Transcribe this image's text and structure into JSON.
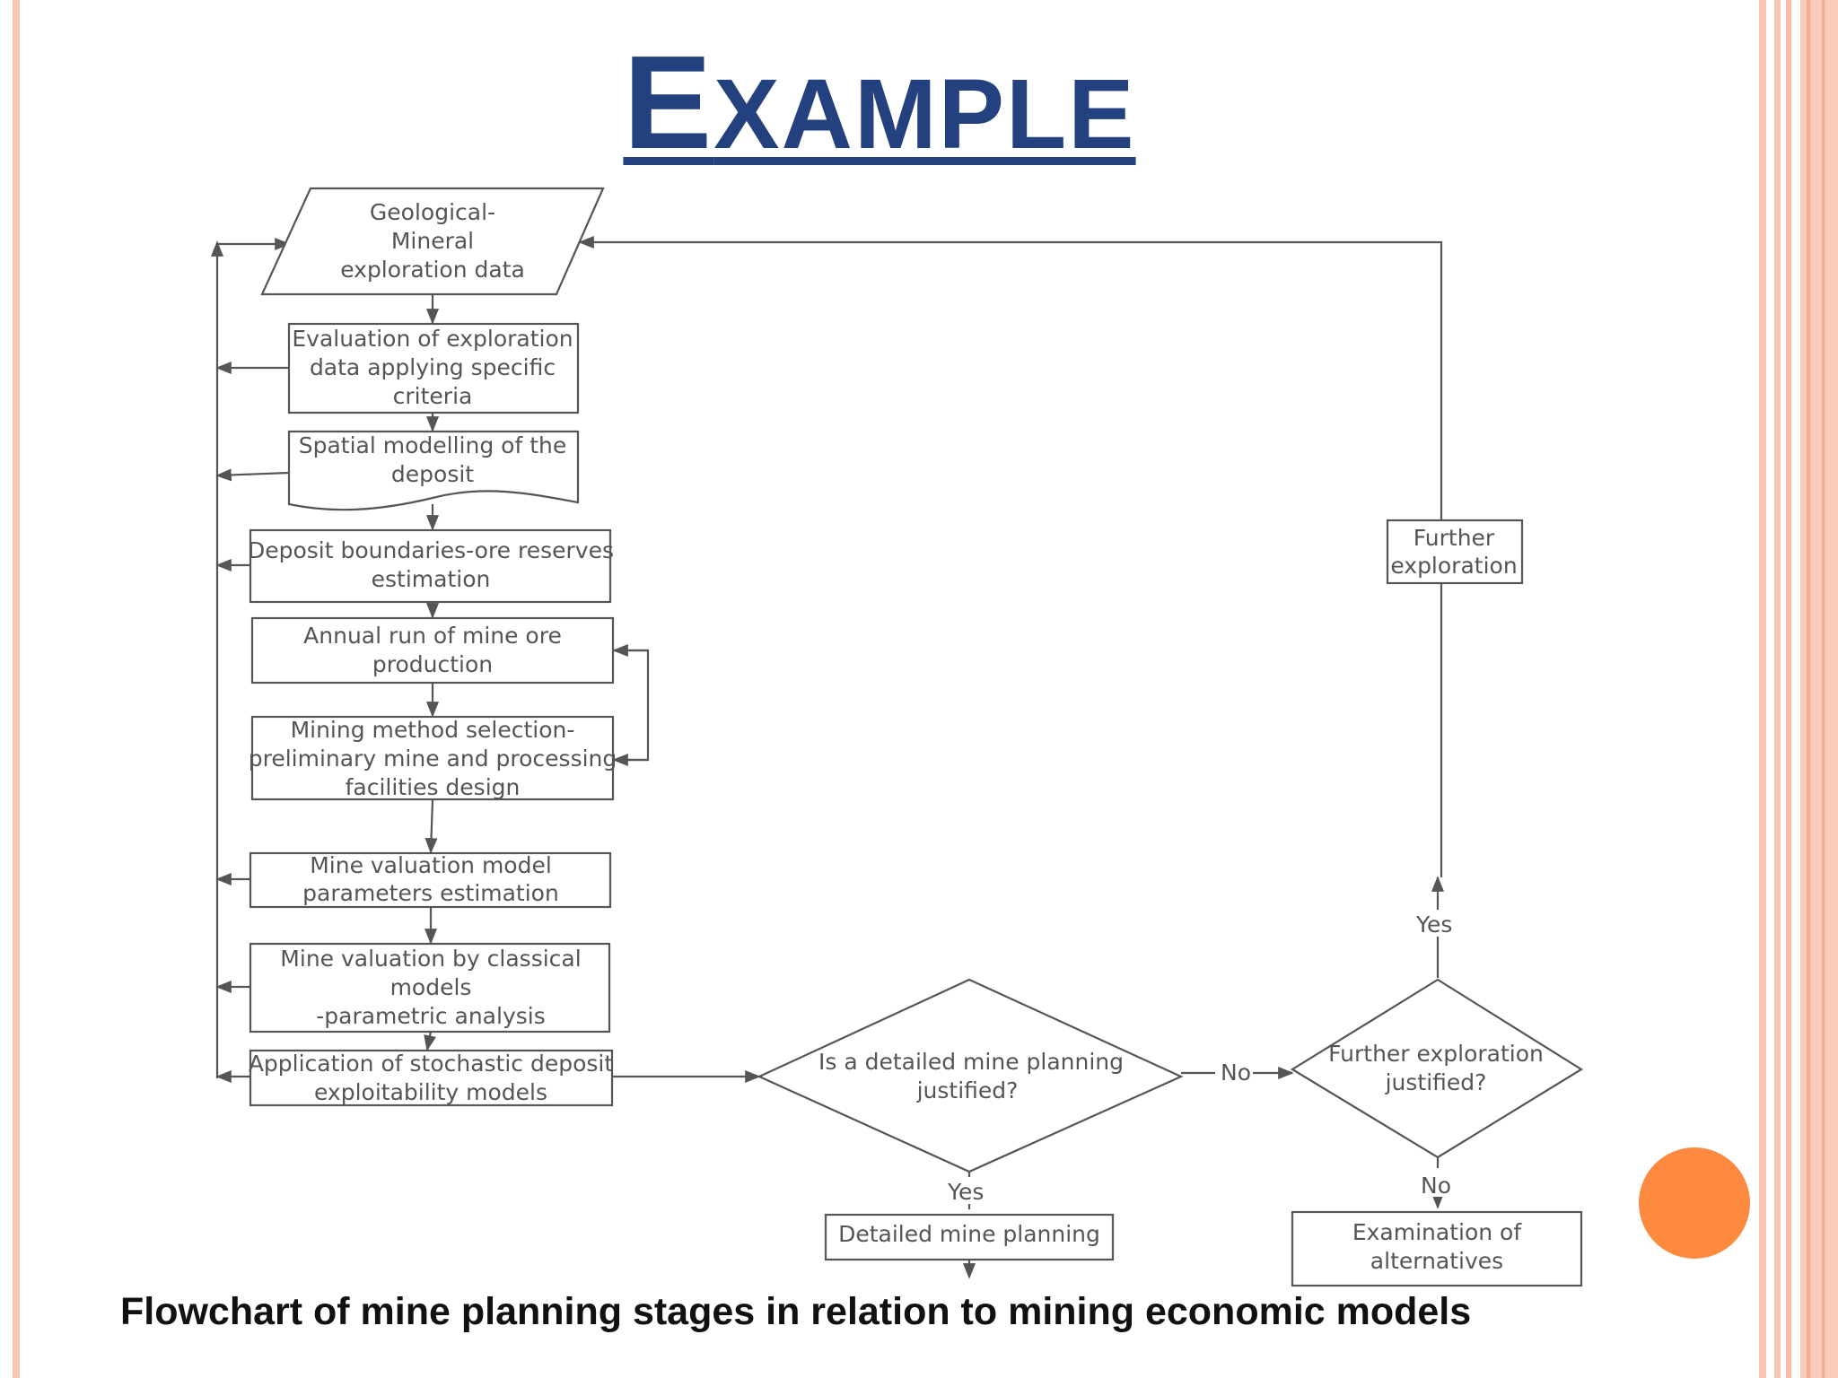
{
  "slide": {
    "title_first": "E",
    "title_rest": "XAMPLE",
    "caption": "Flowchart of mine planning stages in relation to mining economic models",
    "colors": {
      "title": "#23417f",
      "accent_circle": "#fd8a3f",
      "border": "#f7c2ad",
      "diagram_lines": "#555555"
    }
  },
  "diagram": {
    "geo_data": [
      "Geological-",
      "Mineral",
      "exploration data"
    ],
    "evaluation": [
      "Evaluation of exploration",
      "data applying specific",
      "criteria"
    ],
    "spatial": [
      "Spatial modelling of the",
      "deposit"
    ],
    "boundaries": [
      "Deposit boundaries-ore reserves",
      "estimation"
    ],
    "annual": [
      "Annual run of mine ore",
      "production"
    ],
    "mining_method": [
      "Mining method selection-",
      "preliminary mine and processing",
      "facilities design"
    ],
    "valuation_params": [
      "Mine valuation model",
      "parameters estimation"
    ],
    "classical": [
      "Mine valuation by classical",
      "models",
      "-parametric analysis"
    ],
    "stochastic": [
      "Application  of stochastic deposit",
      "exploitability models"
    ],
    "decision_planning": [
      "Is a detailed mine planning",
      "justified?"
    ],
    "decision_exploration": [
      "Further exploration",
      "justified?"
    ],
    "further_exploration": [
      "Further",
      "exploration"
    ],
    "detailed_planning": [
      "Detailed mine planning"
    ],
    "alternatives": [
      "Examination of",
      "alternatives"
    ],
    "labels": {
      "no": "No",
      "yes": "Yes"
    }
  }
}
